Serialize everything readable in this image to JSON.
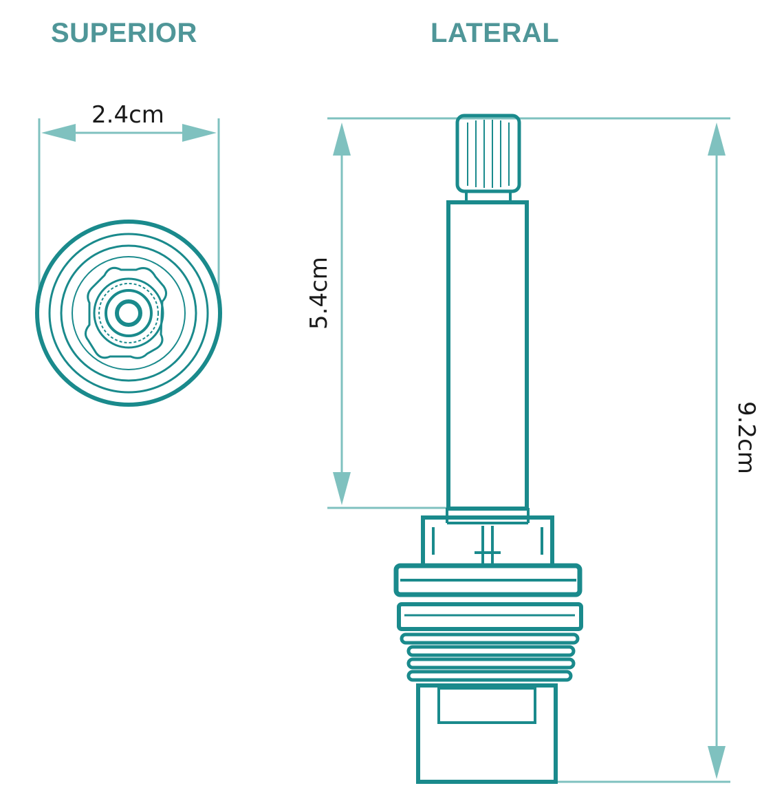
{
  "views": {
    "top": {
      "title": "SUPERIOR"
    },
    "side": {
      "title": "LATERAL"
    }
  },
  "dimensions": {
    "top_diameter": "2.4cm",
    "stem_length": "5.4cm",
    "total_length": "9.2cm"
  },
  "colors": {
    "drawing": "#1a8a8c",
    "dimension": "#7fc1bf",
    "title": "#4f9698"
  }
}
